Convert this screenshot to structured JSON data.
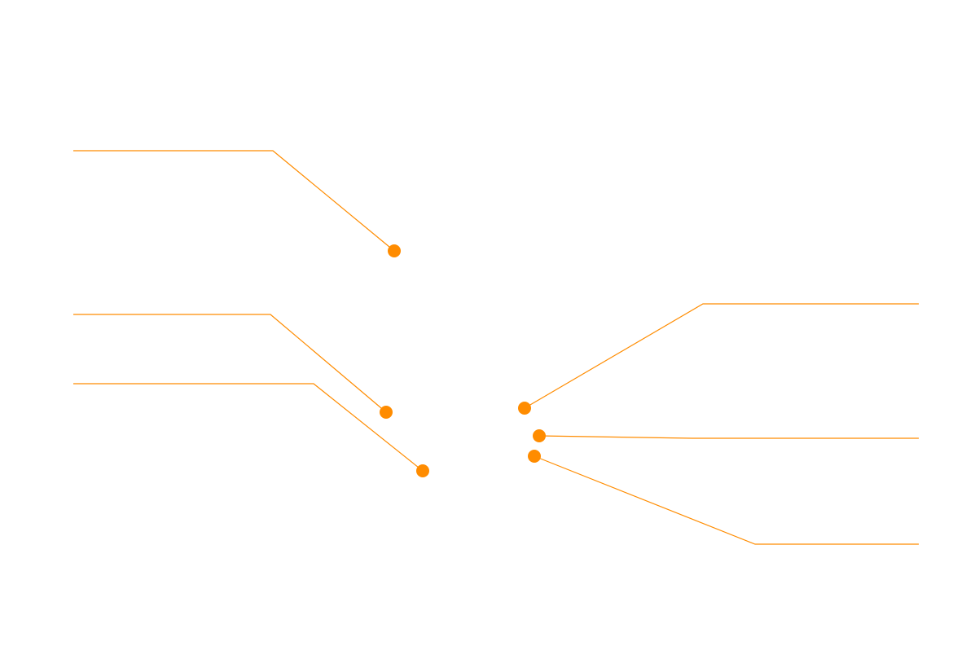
{
  "diagram": {
    "type": "callout-diagram",
    "colors": {
      "accent": "#ff8c00",
      "background": "#ffffff"
    },
    "callouts": [
      {
        "id": "left-1",
        "side": "left",
        "label": ""
      },
      {
        "id": "left-2",
        "side": "left",
        "label": ""
      },
      {
        "id": "left-3",
        "side": "left",
        "label": ""
      },
      {
        "id": "right-1",
        "side": "right",
        "label": ""
      },
      {
        "id": "right-2",
        "side": "right",
        "label": ""
      },
      {
        "id": "right-3",
        "side": "right",
        "label": ""
      }
    ]
  }
}
